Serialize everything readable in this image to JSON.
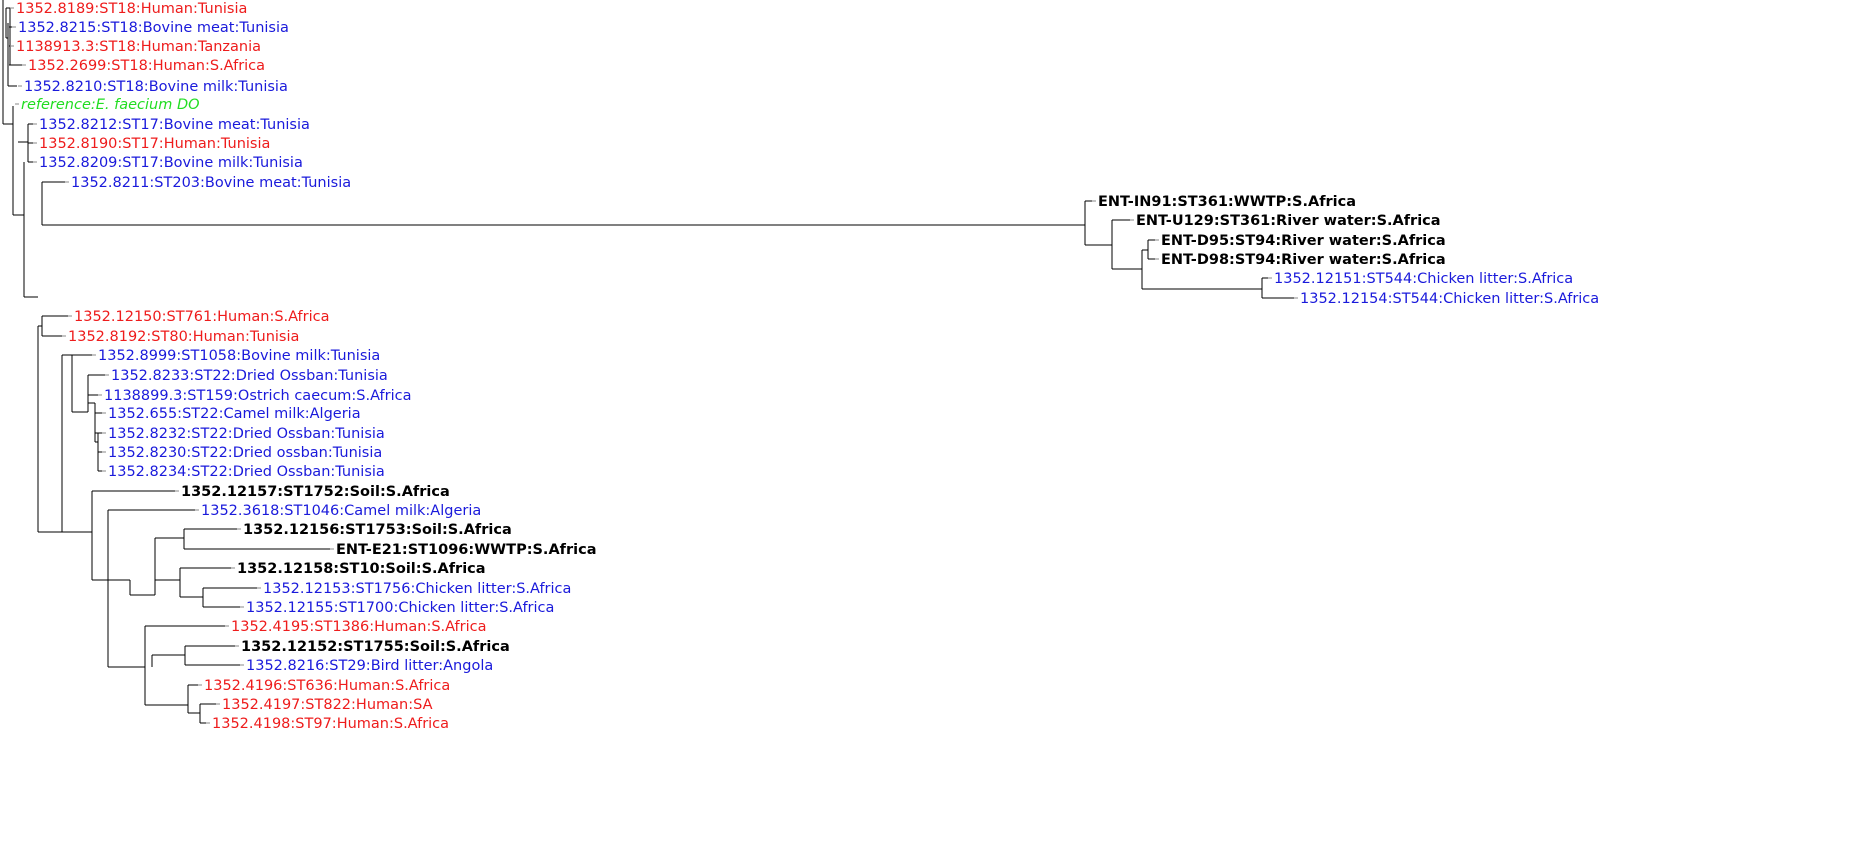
{
  "colors": {
    "human": "#ee1c1c",
    "animal_food": "#1a1adb",
    "environment": "#000000",
    "reference": "#22dd22",
    "branch": "#000000"
  },
  "tree": {
    "leaves": [
      {
        "label": "1352.8189:ST18:Human:Tunisia",
        "color": "red"
      },
      {
        "label": "1352.8215:ST18:Bovine meat:Tunisia",
        "color": "blue"
      },
      {
        "label": "1138913.3:ST18:Human:Tanzania",
        "color": "red"
      },
      {
        "label": "1352.2699:ST18:Human:S.Africa",
        "color": "red"
      },
      {
        "label": "1352.8210:ST18:Bovine milk:Tunisia",
        "color": "blue"
      },
      {
        "label": "reference:E. faecium DO",
        "color": "green"
      },
      {
        "label": "1352.8212:ST17:Bovine meat:Tunisia",
        "color": "blue"
      },
      {
        "label": "1352.8190:ST17:Human:Tunisia",
        "color": "red"
      },
      {
        "label": "1352.8209:ST17:Bovine milk:Tunisia",
        "color": "blue"
      },
      {
        "label": "1352.8211:ST203:Bovine meat:Tunisia",
        "color": "blue"
      },
      {
        "label": "ENT-IN91:ST361:WWTP:S.Africa",
        "color": "black"
      },
      {
        "label": "ENT-U129:ST361:River water:S.Africa",
        "color": "black"
      },
      {
        "label": "ENT-D95:ST94:River water:S.Africa",
        "color": "black"
      },
      {
        "label": "ENT-D98:ST94:River water:S.Africa",
        "color": "black"
      },
      {
        "label": "1352.12151:ST544:Chicken litter:S.Africa",
        "color": "blue"
      },
      {
        "label": "1352.12154:ST544:Chicken litter:S.Africa",
        "color": "blue"
      },
      {
        "label": "1352.12150:ST761:Human:S.Africa",
        "color": "red"
      },
      {
        "label": "1352.8192:ST80:Human:Tunisia",
        "color": "red"
      },
      {
        "label": "1352.8999:ST1058:Bovine milk:Tunisia",
        "color": "blue"
      },
      {
        "label": "1352.8233:ST22:Dried Ossban:Tunisia",
        "color": "blue"
      },
      {
        "label": "1138899.3:ST159:Ostrich caecum:S.Africa",
        "color": "blue"
      },
      {
        "label": "1352.655:ST22:Camel milk:Algeria",
        "color": "blue"
      },
      {
        "label": "1352.8232:ST22:Dried Ossban:Tunisia",
        "color": "blue"
      },
      {
        "label": "1352.8230:ST22:Dried ossban:Tunisia",
        "color": "blue"
      },
      {
        "label": "1352.8234:ST22:Dried Ossban:Tunisia",
        "color": "blue"
      },
      {
        "label": "1352.12157:ST1752:Soil:S.Africa",
        "color": "black"
      },
      {
        "label": "1352.3618:ST1046:Camel milk:Algeria",
        "color": "blue"
      },
      {
        "label": "1352.12156:ST1753:Soil:S.Africa",
        "color": "black"
      },
      {
        "label": "ENT-E21:ST1096:WWTP:S.Africa",
        "color": "black"
      },
      {
        "label": "1352.12158:ST10:Soil:S.Africa",
        "color": "black"
      },
      {
        "label": "1352.12153:ST1756:Chicken litter:S.Africa",
        "color": "blue"
      },
      {
        "label": "1352.12155:ST1700:Chicken litter:S.Africa",
        "color": "blue"
      },
      {
        "label": "1352.4195:ST1386:Human:S.Africa",
        "color": "red"
      },
      {
        "label": "1352.12152:ST1755:Soil:S.Africa",
        "color": "black"
      },
      {
        "label": "1352.8216:ST29:Bird litter:Angola",
        "color": "blue"
      },
      {
        "label": "1352.4196:ST636:Human:S.Africa",
        "color": "red"
      },
      {
        "label": "1352.4197:ST822:Human:SA",
        "color": "red"
      },
      {
        "label": "1352.4198:ST97:Human:S.Africa",
        "color": "red"
      }
    ]
  }
}
